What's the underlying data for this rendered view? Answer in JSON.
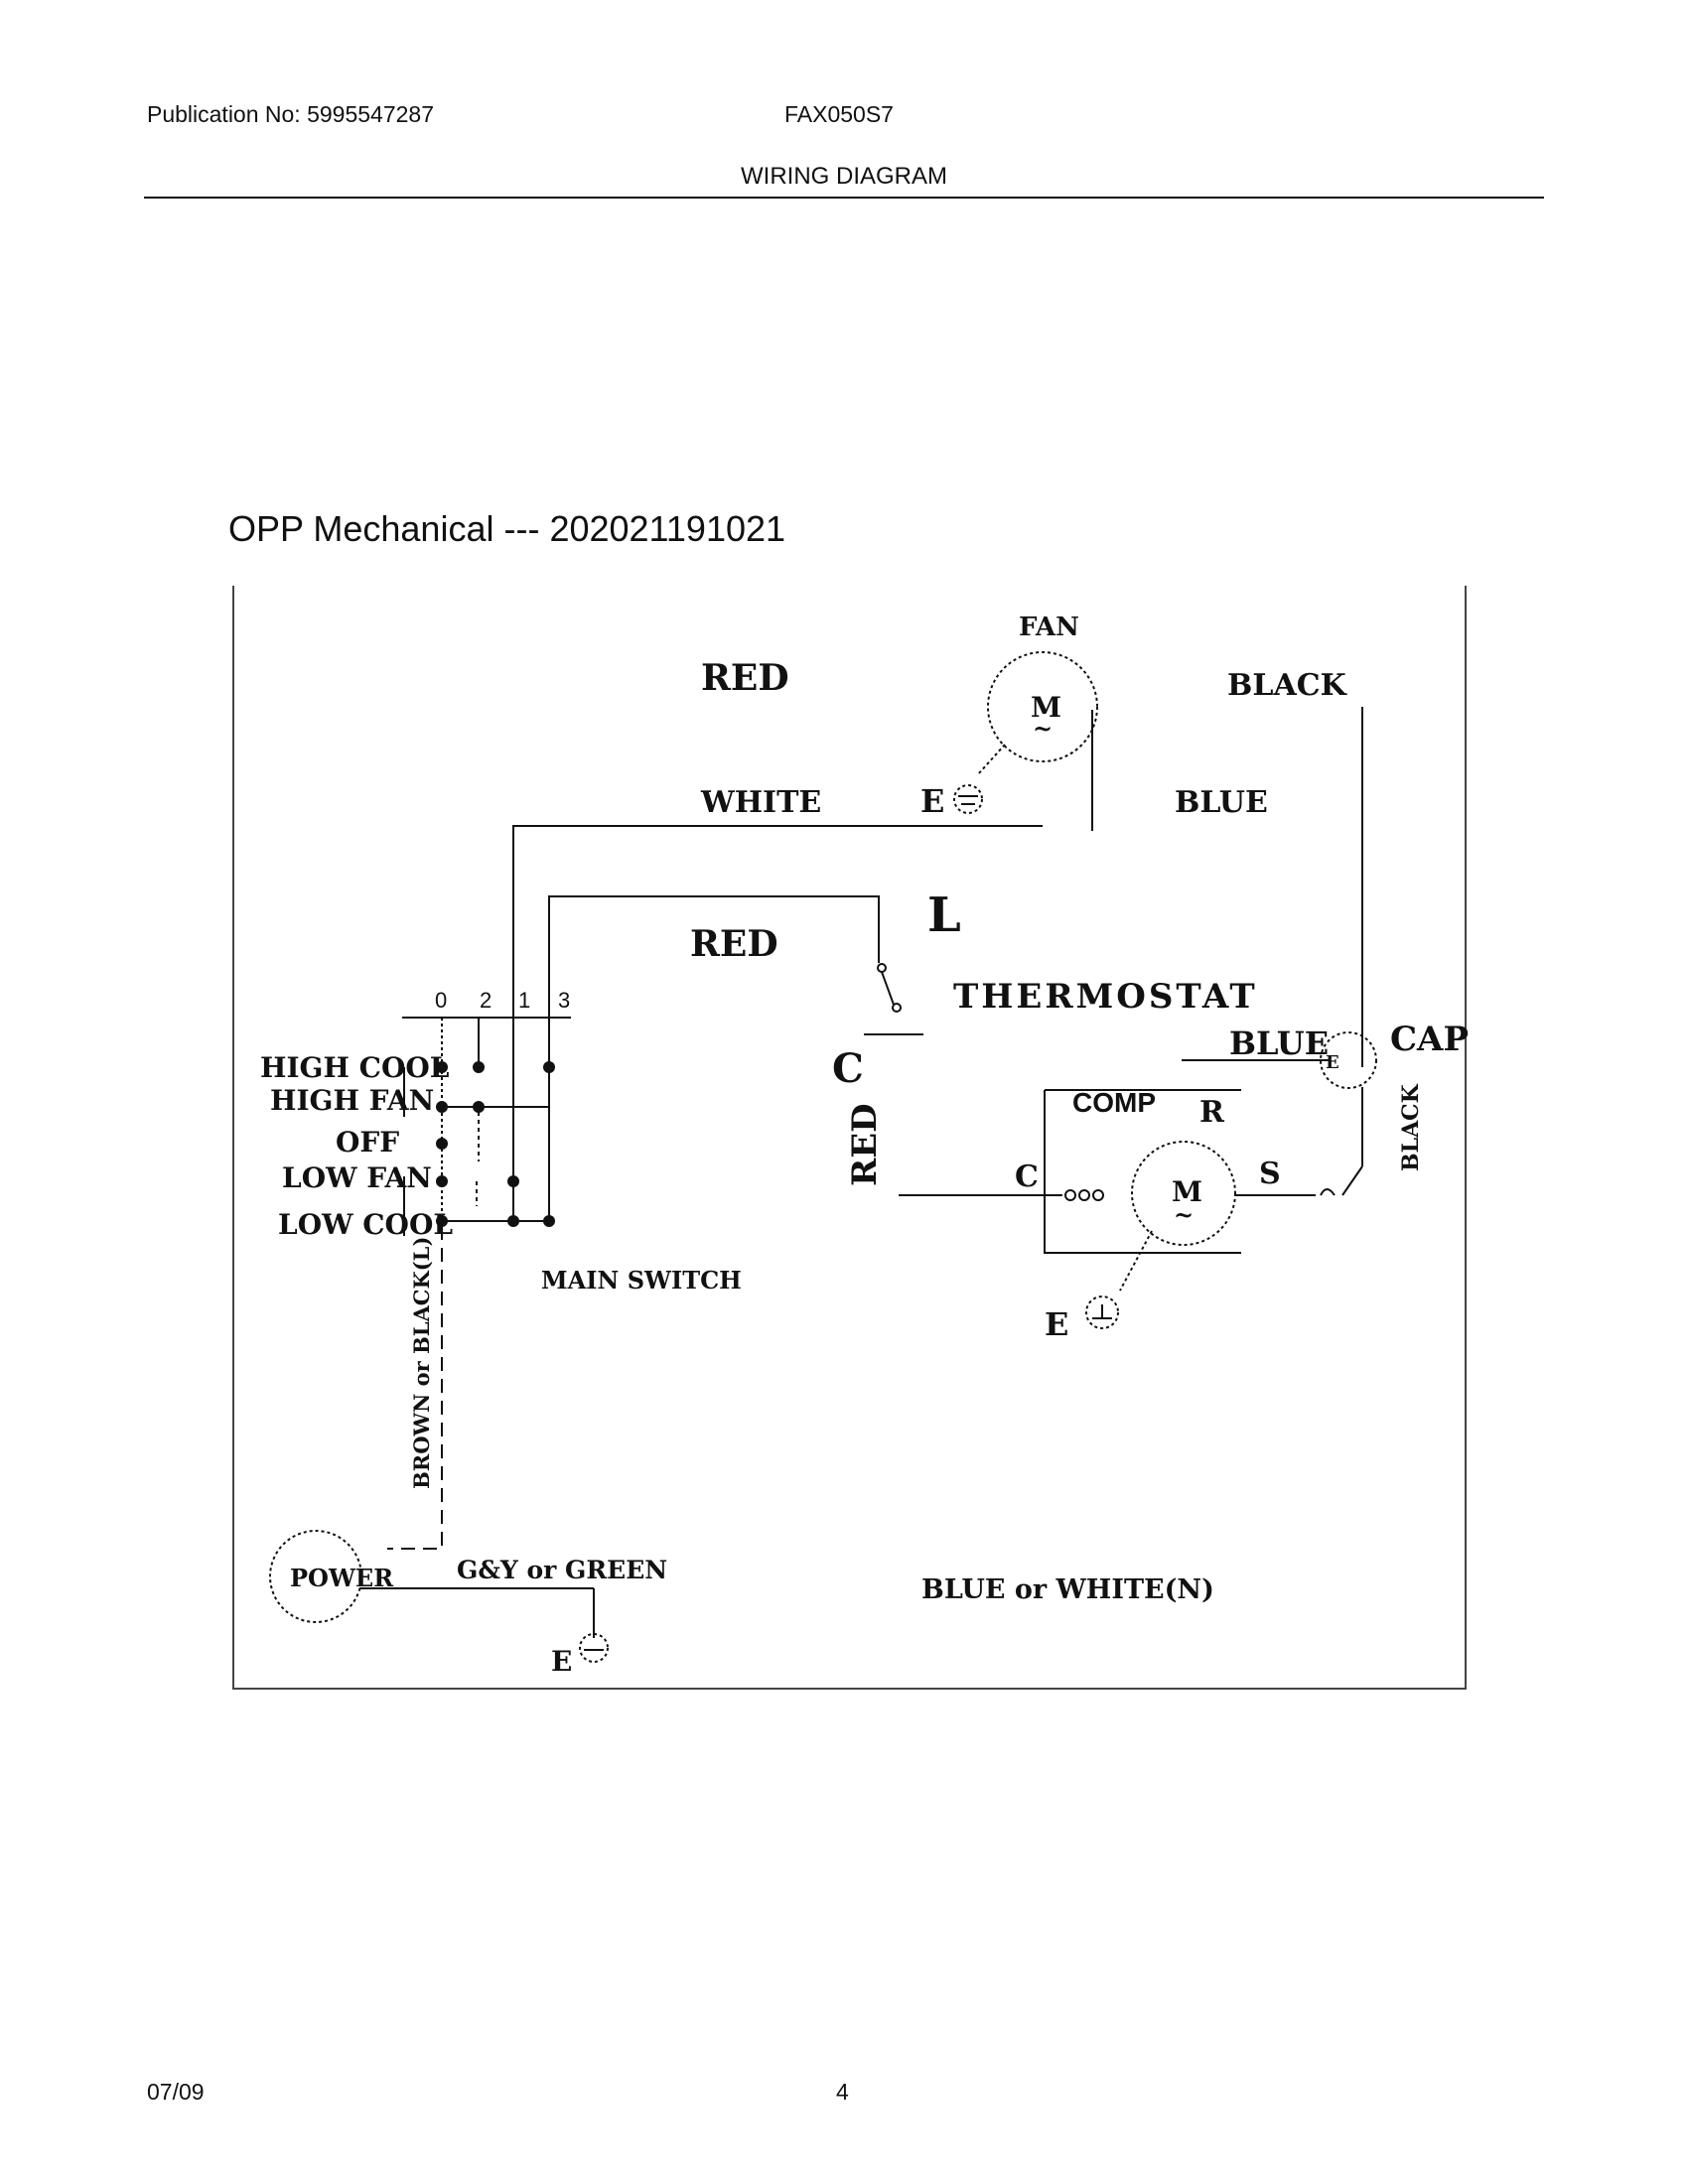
{
  "header": {
    "publication": "Publication No: 5995547287",
    "model": "FAX050S7",
    "title": "WIRING DIAGRAM"
  },
  "diagram": {
    "title": "OPP Mechanical --- 202021191021",
    "labels": {
      "fan": "FAN",
      "motor_m": "M",
      "red_top": "RED",
      "black_top": "BLACK",
      "white": "WHITE",
      "e_fan": "E",
      "blue_top": "BLUE",
      "l": "L",
      "red_mid": "RED",
      "thermostat": "THERMOSTAT",
      "c_therm": "C",
      "blue_cap": "BLUE",
      "cap": "CAP",
      "e_cap": "E",
      "comp": "COMP",
      "r": "R",
      "red_vert": "RED",
      "c_comp": "C",
      "comp_m": "M",
      "s": "S",
      "black_vert": "BLACK",
      "e_comp": "E",
      "main_switch": "MAIN SWITCH",
      "brown_black": "BROWN or BLACK(L)",
      "power": "POWER",
      "gy_green": "G&Y or GREEN",
      "blue_white": "BLUE or WHITE(N)",
      "e_power": "E"
    },
    "switch_terminals": [
      "0",
      "2",
      "1",
      "3"
    ],
    "switch_positions": [
      "HIGH COOL",
      "HIGH FAN",
      "OFF",
      "LOW FAN",
      "LOW COOL"
    ]
  },
  "footer": {
    "date": "07/09",
    "page": "4"
  }
}
